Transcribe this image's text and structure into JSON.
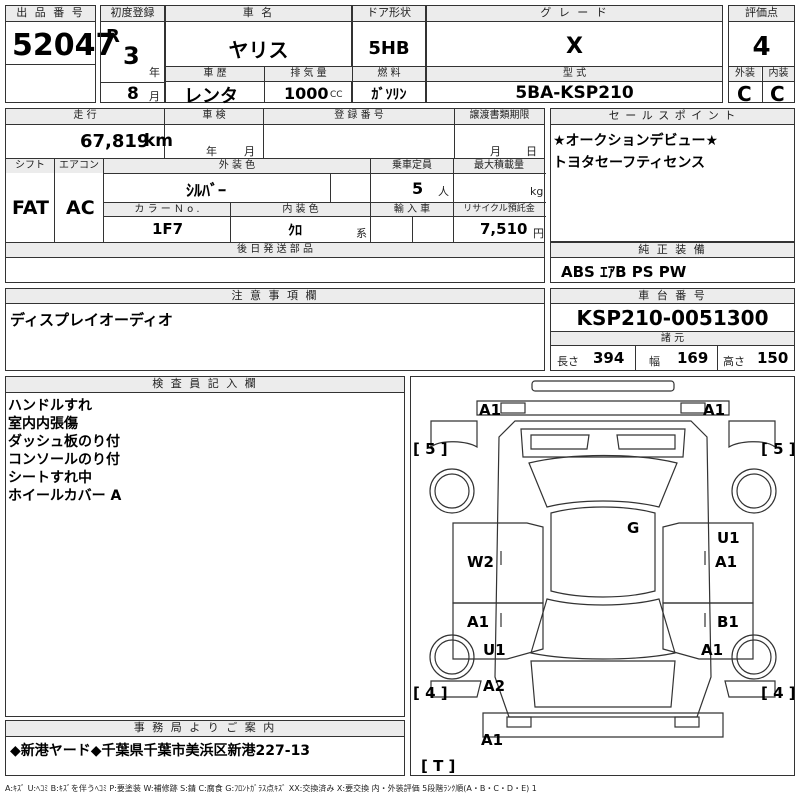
{
  "top": {
    "lot_no_label": "出 品 番 号",
    "lot_no": "52047",
    "first_reg_label": "初度登録",
    "era": "R",
    "year": "3",
    "year_unit": "年",
    "month": "8",
    "month_unit": "月",
    "car_name_label": "車 名",
    "car_name": "ヤリス",
    "history_label": "車 歴",
    "history": "レンタ",
    "displacement_label": "排 気 量",
    "displacement": "1000",
    "displacement_unit": "CC",
    "door_label": "ドア形状",
    "door": "5HB",
    "fuel_label": "燃 料",
    "fuel": "ｶﾞｿﾘﾝ",
    "grade_label": "グ レ ー ド",
    "grade": "X",
    "model_label": "型 式",
    "model": "5BA-KSP210",
    "score_label": "評価点",
    "score": "4",
    "ext_label": "外装",
    "int_label": "内装",
    "ext": "C",
    "int": "C"
  },
  "second": {
    "mileage_label": "走 行",
    "mileage": "67,819",
    "mileage_unit": "km",
    "inspection_label": "車 検",
    "insp_year_unit": "年",
    "insp_month_unit": "月",
    "reg_no_label": "登 録 番 号",
    "transfer_label": "譲渡書類期限",
    "transfer_month": "月",
    "transfer_day": "日",
    "shift_label": "シフト",
    "shift": "FAT",
    "ac_label": "エアコン",
    "ac": "AC",
    "color_label": "外 装 色",
    "color": "ｼﾙﾊﾞｰ",
    "capacity_label": "乗車定員",
    "capacity": "5",
    "capacity_unit": "人",
    "load_label": "最大積載量",
    "load_unit": "kg",
    "color_no_label": "カ ラ ー Ｎ o .",
    "color_no": "1F7",
    "interior_label": "内 装 色",
    "interior": "ｸﾛ",
    "interior_unit": "系",
    "import_label": "輸 入 車",
    "recycle_label": "リサイクル預託金",
    "recycle": "7,510",
    "recycle_unit": "円",
    "later_parts_label": "後 日 発 送 部 品"
  },
  "sales": {
    "label": "セ ー ル ス ポ イ ン ト",
    "lines": [
      "★オークションデビュー★",
      "トヨタセーフティセンス"
    ]
  },
  "equipment": {
    "label": "純 正 装 備",
    "value": "ABS ｴｱB PS PW"
  },
  "caution": {
    "label": "注 意 事 項 欄",
    "value": "ディスプレイオーディオ"
  },
  "chassis": {
    "label": "車 台 番 号",
    "value": "KSP210-0051300",
    "dims_label": "諸 元",
    "length_label": "長さ",
    "length": "394",
    "width_label": "幅",
    "width": "169",
    "height_label": "高さ",
    "height": "150"
  },
  "inspector": {
    "label": "検 査 員 記 入 欄",
    "lines": [
      "ハンドルすれ",
      "室内内張傷",
      "ダッシュ板のり付",
      "コンソールのり付",
      "シートすれ中",
      "ホイールカバー A"
    ]
  },
  "office": {
    "label": "事 務 局 よ り ご 案 内",
    "value": "◆新港ヤード◆千葉県千葉市美浜区新港227-13"
  },
  "diagram": {
    "marks": {
      "front_left": "A1",
      "front_right": "A1",
      "tire_fl": "[ 5 ]",
      "tire_fr": "[ 5 ]",
      "roof": "G",
      "right_top": "U1",
      "right_top2": "A1",
      "left_door": "W2",
      "left_rear_door": "A1",
      "right_rear_door": "B1",
      "left_quarter": "U1",
      "right_quarter": "A1",
      "tire_rl": "[ 4 ]",
      "tire_rr": "[ 4 ]",
      "rear_left": "A2",
      "rear_bumper": "A1",
      "trunk": "[ T ]"
    }
  },
  "legend": "A:ｷｽﾞ U:ﾍｺﾐ B:ｷｽﾞを伴うﾍｺﾐ P:要塗装 W:補修跡 S:錆 C:腐食 G:ﾌﾛﾝﾄｶﾞﾗｽ点ｷｽﾞ XX:交換済み X:要交換 内・外装評価 5段階ﾗﾝｸ順(A・B・C・D・E) 1"
}
